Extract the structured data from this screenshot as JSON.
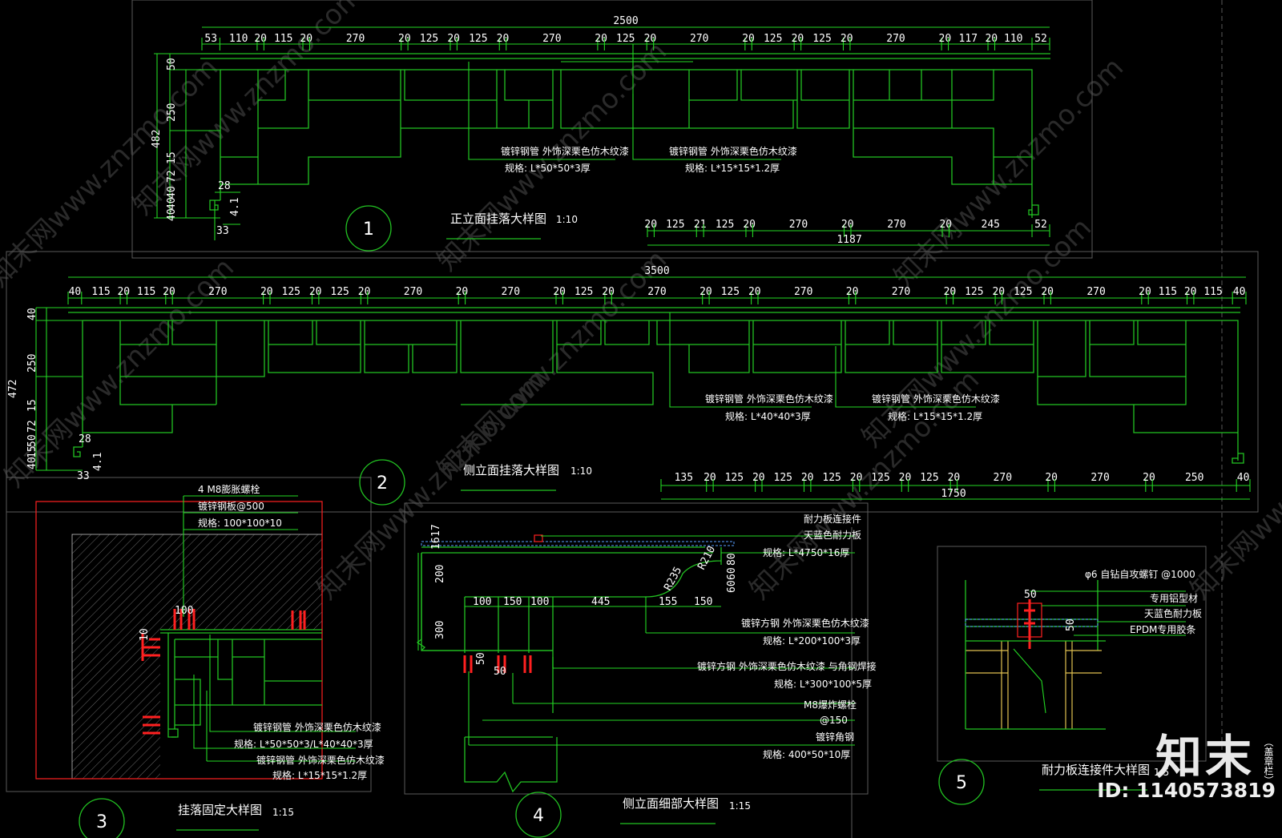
{
  "drawing1": {
    "title": "正立面挂落大样图",
    "scale": "1:10",
    "num": "1",
    "overall": "2500",
    "dims_top": [
      "53",
      "110",
      "20",
      "115",
      "20",
      "270",
      "20",
      "125",
      "20",
      "125",
      "20",
      "270",
      "20",
      "125",
      "20",
      "270",
      "20",
      "125",
      "20",
      "125",
      "20",
      "270",
      "20",
      "117",
      "20",
      "110",
      "52"
    ],
    "dims_left": [
      "50",
      "250",
      "482",
      "15",
      "72",
      "40",
      "40",
      "40"
    ],
    "small": [
      "28",
      "4.1",
      "33"
    ],
    "note_a": [
      "镀锌钢管  外饰深栗色仿木纹漆",
      "规格: L*50*50*3厚"
    ],
    "note_b": [
      "镀锌钢管  外饰深栗色仿木纹漆",
      "规格: L*15*15*1.2厚"
    ],
    "dims_bottom": [
      "20",
      "125",
      "21",
      "125",
      "20",
      "270",
      "20",
      "270",
      "20",
      "245",
      "52"
    ],
    "half": "1187"
  },
  "drawing2": {
    "title": "侧立面挂落大样图",
    "scale": "1:10",
    "num": "2",
    "overall": "3500",
    "dims_top": [
      "40",
      "115",
      "20",
      "115",
      "20",
      "270",
      "20",
      "125",
      "20",
      "125",
      "20",
      "270",
      "20",
      "270",
      "20",
      "125",
      "20",
      "270",
      "20",
      "125",
      "20",
      "270",
      "20",
      "270",
      "20",
      "125",
      "20",
      "125",
      "20",
      "270",
      "20",
      "115",
      "20",
      "115",
      "40"
    ],
    "dims_left": [
      "40",
      "250",
      "472",
      "15",
      "72",
      "50",
      "15",
      "40"
    ],
    "small": [
      "28",
      "4.1",
      "33"
    ],
    "note_a": [
      "镀锌钢管  外饰深栗色仿木纹漆",
      "规格: L*40*40*3厚"
    ],
    "note_b": [
      "镀锌钢管  外饰深栗色仿木纹漆",
      "规格: L*15*15*1.2厚"
    ],
    "dims_bottom": [
      "135",
      "20",
      "125",
      "20",
      "125",
      "20",
      "125",
      "20",
      "125",
      "20",
      "125",
      "20",
      "270",
      "20",
      "270",
      "20",
      "250",
      "40"
    ],
    "half": "1750"
  },
  "drawing3": {
    "title": "挂落固定大样图",
    "scale": "1:15",
    "num": "3",
    "notes_top": [
      "4  M8膨胀螺栓",
      "镀锌钢板@500",
      "规格: 100*100*10"
    ],
    "dims": [
      "100",
      "10"
    ],
    "notes_bottom": [
      "镀锌钢管  外饰深栗色仿木纹漆",
      "规格: L*50*50*3/L*40*40*3厚",
      "镀锌钢管  外饰深栗色仿木纹漆",
      "规格: L*15*15*1.2厚"
    ]
  },
  "drawing4": {
    "title": "侧立面细部大样图",
    "scale": "1:15",
    "num": "4",
    "notes": [
      "耐力板连接件",
      "天蓝色耐力板",
      "规格: L*4750*16厚",
      "镀锌方钢  外饰深栗色仿木纹漆",
      "规格: L*200*100*3厚",
      "镀锌方钢  外饰深栗色仿木纹漆  与角钢焊接",
      "规格: L*300*100*5厚",
      "M8爆炸螺栓",
      "@150",
      "镀锌角钢",
      "规格: 400*50*10厚"
    ],
    "dims": [
      "16",
      "17",
      "200",
      "300",
      "100",
      "150",
      "100",
      "445",
      "155",
      "150",
      "50",
      "50",
      "80",
      "60",
      "60"
    ],
    "radius": [
      "R235",
      "R210"
    ]
  },
  "drawing5": {
    "title": "耐力板连接件大样图",
    "scale": "1:5",
    "num": "5",
    "notes": [
      "φ6  自钻自攻螺钉  @1000",
      "专用铝型材",
      "天蓝色耐力板",
      "EPDM专用胶条"
    ],
    "dims": [
      "50",
      "50"
    ]
  },
  "side_text": "（盖章栏）",
  "brand": {
    "name": "知末",
    "id": "ID: 1140573819"
  },
  "watermark": "知末网www.znzmo.com",
  "colors": {
    "line": "#22c322",
    "dimline": "#23d823",
    "accent": "#ff2020",
    "bg": "#000000"
  }
}
